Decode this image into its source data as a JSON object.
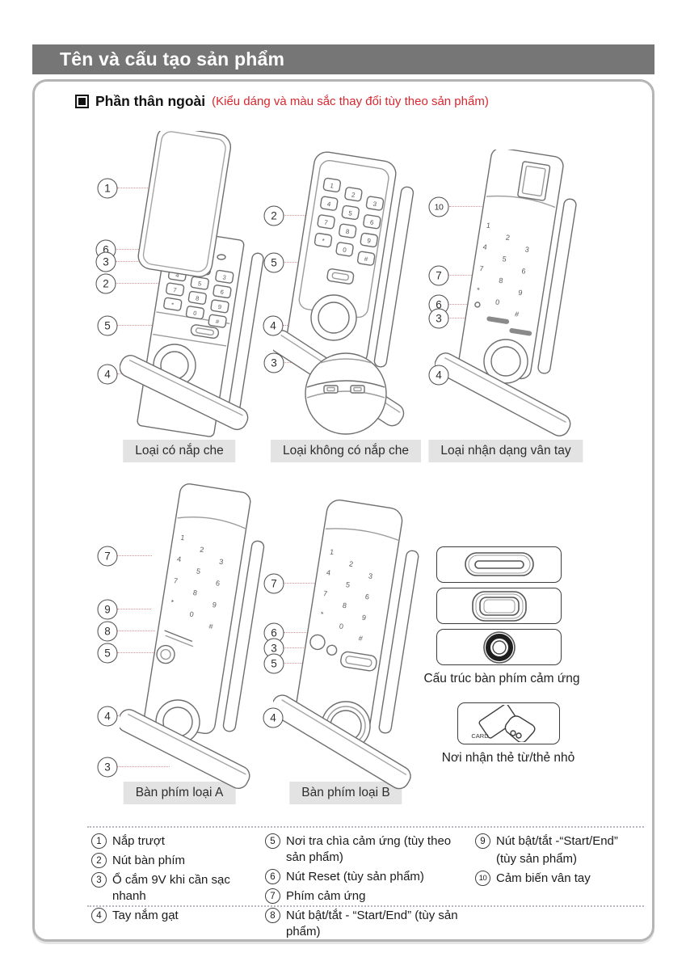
{
  "colors": {
    "header_bg": "#767676",
    "accent_red": "#d9262e",
    "leader_line_red": "#dc9191",
    "badge_bg": "#e3e3e3",
    "line_art": "#6e6e6e"
  },
  "header": {
    "title": "Tên và cấu tạo sản phẩm"
  },
  "section": {
    "title": "Phần thân ngoài",
    "note": "(Kiểu dáng và màu sắc thay đổi tùy theo sản phẩm)"
  },
  "diagram_labels": {
    "top1": "Loại có nắp che",
    "top2": "Loại không có nắp che",
    "top3": "Loại nhận dạng vân tay",
    "bottom1": "Bàn phím loại A",
    "bottom2": "Bàn phím loại B"
  },
  "keypad": [
    "1",
    "2",
    "3",
    "4",
    "5",
    "6",
    "7",
    "8",
    "9",
    "*",
    "0",
    "#"
  ],
  "callouts": {
    "lock1": [
      "1",
      "6",
      "3",
      "2",
      "5",
      "4"
    ],
    "lock2": [
      "2",
      "5",
      "4",
      "3"
    ],
    "lock3": [
      "10",
      "7",
      "6",
      "3",
      "4"
    ],
    "lock4": [
      "7",
      "9",
      "8",
      "5",
      "4",
      "3"
    ],
    "lock5": [
      "7",
      "6",
      "3",
      "5",
      "4"
    ]
  },
  "side_panel": {
    "keypad_caption": "Cấu trúc bàn phím cảm ứng",
    "card_caption": "Nơi nhận thẻ từ/thẻ nhỏ",
    "card_label": "CARD"
  },
  "legend": {
    "col1": [
      {
        "num": "1",
        "text": "Nắp trượt"
      },
      {
        "num": "2",
        "text": "Nút bàn phím"
      },
      {
        "num": "3",
        "text": "Ổ cắm 9V khi cần sạc nhanh"
      },
      {
        "num": "4",
        "text": "Tay nắm gạt"
      }
    ],
    "col2": [
      {
        "num": "5",
        "text": "Nơi tra chìa cảm ứng (tùy theo sản phẩm)"
      },
      {
        "num": "6",
        "text": "Nút Reset (tùy sản phẩm)"
      },
      {
        "num": "7",
        "text": "Phím cảm ứng"
      },
      {
        "num": "8",
        "text": "Nút bật/tắt - “Start/End” (tùy sản phẩm)"
      }
    ],
    "col3": [
      {
        "num": "9",
        "text": "Nút bật/tắt -“Start/End”",
        "text2": "(tùy sản phẩm)"
      },
      {
        "num": "10",
        "text": "Cảm biến vân tay"
      }
    ]
  }
}
